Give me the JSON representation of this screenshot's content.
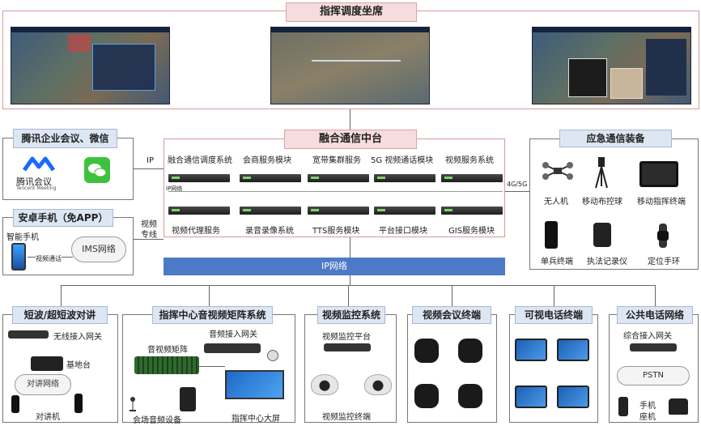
{
  "top": {
    "title": "指挥调度坐席"
  },
  "center": {
    "title": "融合通信中台",
    "modules_top": [
      "融合通信调度系统",
      "会商服务模块",
      "宽带集群服务",
      "5G 视频通话模块",
      "视频服务系统"
    ],
    "modules_bottom": [
      "视频代理服务",
      "录音录像系统",
      "TTS服务模块",
      "平台接口模块",
      "GIS服务模块"
    ],
    "ip_net_label": "IP网络"
  },
  "tencent": {
    "title": "腾讯企业会议、微信",
    "meeting_name": "腾讯会议",
    "meeting_sub": "Tencent Meeting",
    "link_label": "IP"
  },
  "android": {
    "title": "安卓手机（免APP）",
    "phone_label": "智能手机",
    "call_label": "视频通话",
    "cloud_label": "IMS网络",
    "link_label_1": "视频",
    "link_label_2": "专线"
  },
  "emergency": {
    "title": "应急通信装备",
    "link_label": "4G/5G",
    "items": [
      "无人机",
      "移动布控球",
      "移动指挥终端",
      "单兵终端",
      "执法记录仪",
      "定位手环"
    ]
  },
  "ip_bar": {
    "label": "IP网络"
  },
  "bottom": {
    "radio": {
      "title": "短波/超短波对讲",
      "gateway": "无线接入网关",
      "base": "基地台",
      "cloud": "对讲网络",
      "walkie": "对讲机"
    },
    "matrix": {
      "title": "指挥中心音视频矩阵系统",
      "gateway": "音频接入网关",
      "matrix": "音视频矩阵",
      "audio": "会场音频设备",
      "screen": "指挥中心大屏"
    },
    "video": {
      "title": "视频监控系统",
      "platform": "视频监控平台",
      "terminal": "视频监控终端"
    },
    "conf": {
      "title": "视频会议终端"
    },
    "vphone": {
      "title": "可视电话终端"
    },
    "pstn": {
      "title": "公共电话网络",
      "gateway": "综合接入网关",
      "cloud": "PSTN",
      "mobile": "手机",
      "landline": "座机"
    }
  },
  "colors": {
    "red_header_bg": "#f6dcdc",
    "blue_header_bg": "#dde6f3",
    "ip_bar": "#4d7ac7"
  }
}
